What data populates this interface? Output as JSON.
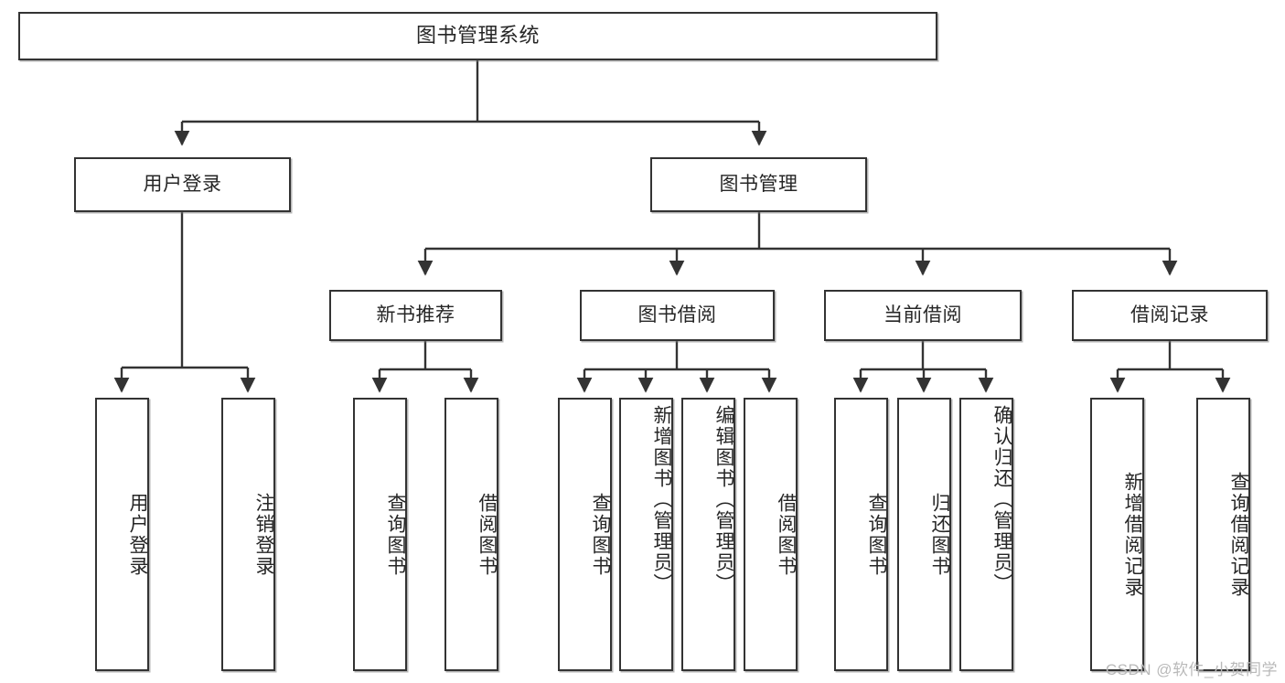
{
  "diagram": {
    "type": "tree-hierarchy",
    "title": "图书管理系统",
    "watermark": "CSDN @软件_小贺同学",
    "colors": {
      "box_border": "#333333",
      "box_fill": "#ffffff",
      "text": "#262626",
      "edge": "#333333",
      "watermark": "#b9b9b9",
      "background": "#ffffff"
    },
    "levels": {
      "root": {
        "label": "图书管理系统"
      },
      "level2": [
        {
          "id": "user-login",
          "label": "用户登录"
        },
        {
          "id": "book-management",
          "label": "图书管理"
        }
      ],
      "level3": [
        {
          "id": "new-book-recommend",
          "label": "新书推荐",
          "parent": "book-management"
        },
        {
          "id": "book-borrow",
          "label": "图书借阅",
          "parent": "book-management"
        },
        {
          "id": "current-borrow",
          "label": "当前借阅",
          "parent": "book-management"
        },
        {
          "id": "borrow-record",
          "label": "借阅记录",
          "parent": "book-management"
        }
      ],
      "leaves": {
        "user-login": [
          {
            "id": "leaf-user-login",
            "label": "用户登录"
          },
          {
            "id": "leaf-user-logout",
            "label": "注销登录"
          }
        ],
        "new-book-recommend": [
          {
            "id": "leaf-query-book-1",
            "label": "查询图书"
          },
          {
            "id": "leaf-borrow-book-1",
            "label": "借阅图书"
          }
        ],
        "book-borrow": [
          {
            "id": "leaf-query-book-2",
            "label": "查询图书"
          },
          {
            "id": "leaf-add-book",
            "label": "新增图书（管理员）"
          },
          {
            "id": "leaf-edit-book",
            "label": "编辑图书（管理员）"
          },
          {
            "id": "leaf-borrow-book-2",
            "label": "借阅图书"
          }
        ],
        "current-borrow": [
          {
            "id": "leaf-query-book-3",
            "label": "查询图书"
          },
          {
            "id": "leaf-return-book",
            "label": "归还图书"
          },
          {
            "id": "leaf-confirm-return",
            "label": "确认归还（管理员）"
          }
        ],
        "borrow-record": [
          {
            "id": "leaf-add-record",
            "label": "新增借阅记录"
          },
          {
            "id": "leaf-query-record",
            "label": "查询借阅记录"
          }
        ]
      }
    }
  }
}
